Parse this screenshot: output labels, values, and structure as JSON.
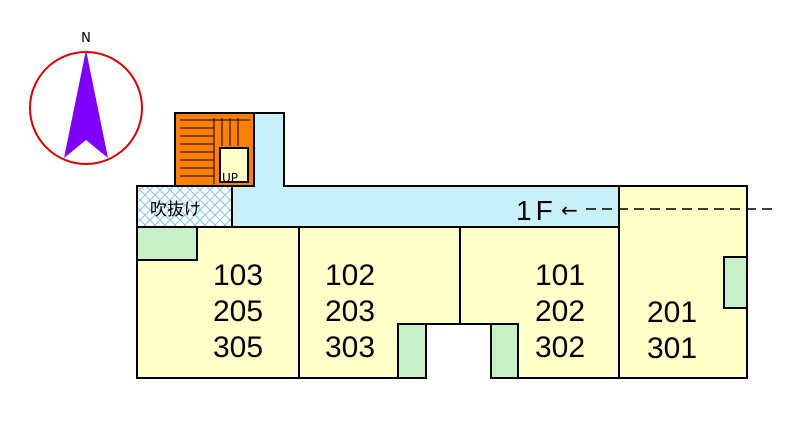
{
  "compass": {
    "north_label": "N"
  },
  "labels": {
    "void": "吹抜け",
    "up": "UP",
    "floor": "1F",
    "entrance_arrow": "←"
  },
  "units": {
    "u103": [
      "103",
      "205",
      "305"
    ],
    "u102": [
      "102",
      "203",
      "303"
    ],
    "u101": [
      "101",
      "202",
      "302"
    ],
    "u201": [
      "201",
      "301"
    ]
  },
  "colors": {
    "room": "#ffffc8",
    "corridor": "#c8f0f8",
    "stair": "#ff8000",
    "green": "#c8f0c8",
    "compass_ring": "#e00000",
    "compass_needle": "#8000ff"
  }
}
